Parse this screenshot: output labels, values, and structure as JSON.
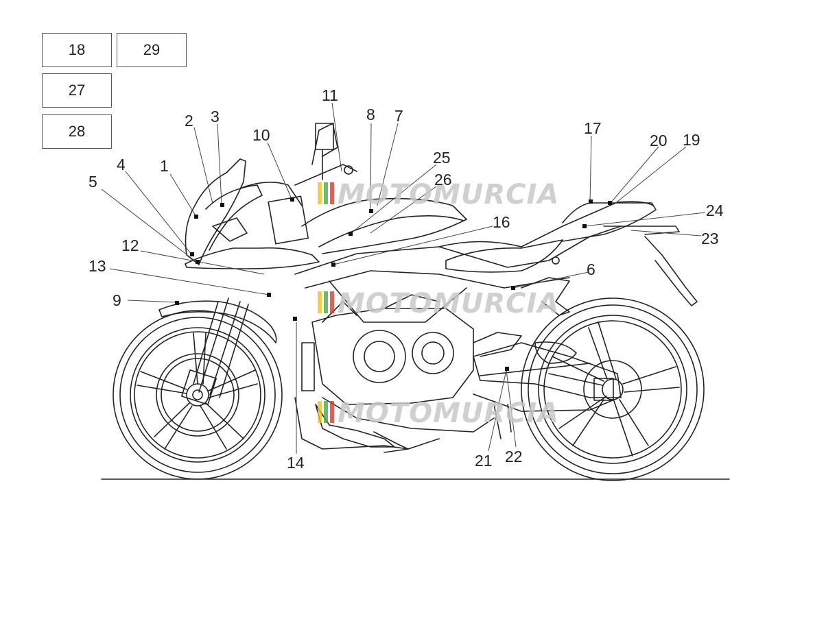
{
  "reference_boxes": [
    {
      "id": "box-18",
      "label": "18"
    },
    {
      "id": "box-29",
      "label": "29"
    },
    {
      "id": "box-27",
      "label": "27"
    },
    {
      "id": "box-28",
      "label": "28"
    }
  ],
  "callouts": [
    {
      "label": "1"
    },
    {
      "label": "2"
    },
    {
      "label": "3"
    },
    {
      "label": "4"
    },
    {
      "label": "5"
    },
    {
      "label": "6"
    },
    {
      "label": "7"
    },
    {
      "label": "8"
    },
    {
      "label": "9"
    },
    {
      "label": "10"
    },
    {
      "label": "11"
    },
    {
      "label": "12"
    },
    {
      "label": "13"
    },
    {
      "label": "14"
    },
    {
      "label": "16"
    },
    {
      "label": "17"
    },
    {
      "label": "19"
    },
    {
      "label": "20"
    },
    {
      "label": "21"
    },
    {
      "label": "22"
    },
    {
      "label": "23"
    },
    {
      "label": "24"
    },
    {
      "label": "25"
    },
    {
      "label": "26"
    }
  ],
  "watermark": {
    "text": "MOTOMURCIA"
  },
  "colors": {
    "line": "#222222",
    "box_border": "#555555",
    "watermark": "#c8c8c8",
    "watermark_red": "#d83a2e",
    "watermark_green": "#4fa646",
    "watermark_yellow": "#f0c020"
  }
}
